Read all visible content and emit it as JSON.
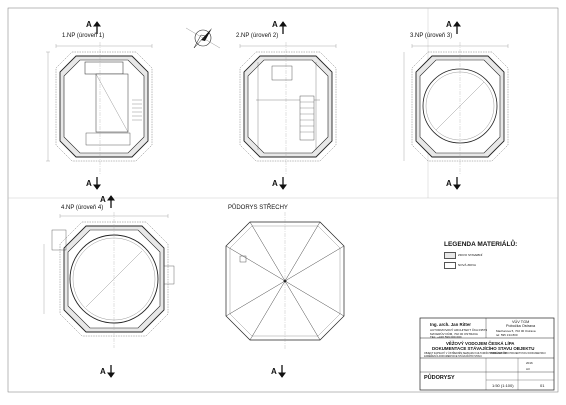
{
  "plans": {
    "np1": "1.NP (úroveň 1)",
    "np2": "2.NP (úroveň 2)",
    "np3": "3.NP (úroveň 3)",
    "np4": "4.NP (úroveň 4)",
    "roof": "PŮDORYS STŘECHY"
  },
  "section_mark": "A",
  "legend": {
    "title": "LEGENDA MATERIÁLŮ:",
    "items": [
      "ZDIVO STAVEBNÍ",
      "NOVÁ ZDIVA"
    ]
  },
  "title_block": {
    "architect": "Ing. arch. Jan Ritter",
    "architect_lines": [
      "AUTORIZOVANÝ ARCHITEKT ČKA 03579",
      "MAYERŮV DŮM, 702 00 OSTRAVA",
      "TEL: +420 599 000 000"
    ],
    "client": [
      "VÚV TGM",
      "Pobočka Ostrava"
    ],
    "client_lines": [
      "Macharova 5, 702 00 Ostrava",
      "tel: 595 134 800"
    ],
    "project_title": "VĚŽOVÝ VODOJEM ČESKÁ LÍPA",
    "project_subtitle": "DOKUMENTACE STÁVAJÍCÍHO STAVU OBJEKTU",
    "project_notes": [
      "OBJEKT ZAPSANÝ V ÚSTŘEDNÍM SEZNAMU KULTURNÍCH PAMÁTEK ČR",
      "ZAMĚŘENÍ A DOKUMENTACE STÁVAJÍCÍHO STAVU",
      "PODKLADY PRO PROJEKTOVOU DOKUMENTACI"
    ],
    "date_label": "2016",
    "format_label": "A3",
    "drawing_title": "PŮDORYSY",
    "scale": "1:50 (1:100)",
    "sheet_no": "01"
  }
}
